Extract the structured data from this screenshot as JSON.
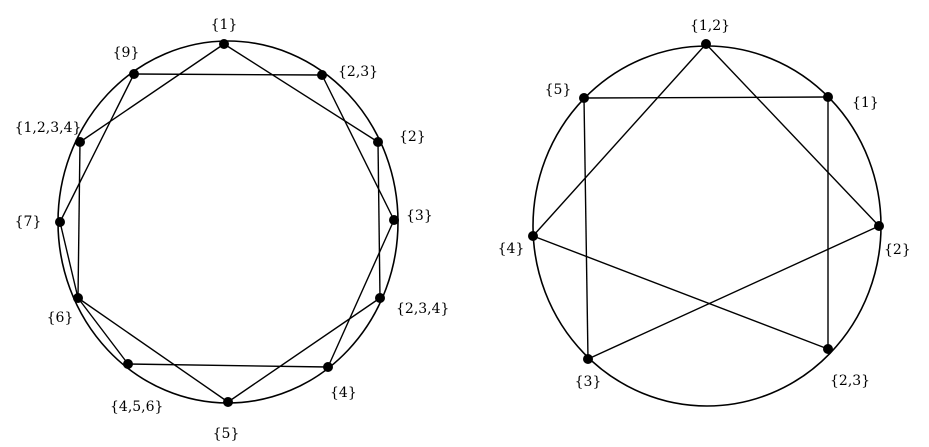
{
  "diagrams": [
    {
      "id": "left",
      "nodes": [
        {
          "key": "n1",
          "label": "{1}"
        },
        {
          "key": "n23a",
          "label": "{2,3}"
        },
        {
          "key": "n2",
          "label": "{2}"
        },
        {
          "key": "n3",
          "label": "{3}"
        },
        {
          "key": "n234",
          "label": "{2,3,4}"
        },
        {
          "key": "n4",
          "label": "{4}"
        },
        {
          "key": "n5",
          "label": "{5}"
        },
        {
          "key": "n456",
          "label": "{4,5,6}"
        },
        {
          "key": "n6",
          "label": "{6}"
        },
        {
          "key": "n7",
          "label": "{7}"
        },
        {
          "key": "n1234",
          "label": "{1,2,3,4}"
        },
        {
          "key": "n9",
          "label": "{9}"
        }
      ],
      "edges": [
        [
          "n9",
          "n23a"
        ],
        [
          "n23a",
          "n3"
        ],
        [
          "n3",
          "n4"
        ],
        [
          "n4",
          "n456"
        ],
        [
          "n456",
          "n6"
        ],
        [
          "n6",
          "n7"
        ],
        [
          "n7",
          "n9"
        ],
        [
          "n1",
          "n2"
        ],
        [
          "n2",
          "n234"
        ],
        [
          "n234",
          "n5"
        ],
        [
          "n5",
          "n6"
        ],
        [
          "n6",
          "n1234"
        ],
        [
          "n1234",
          "n1"
        ]
      ]
    },
    {
      "id": "right",
      "nodes": [
        {
          "key": "m12",
          "label": "{1,2}"
        },
        {
          "key": "m1",
          "label": "{1}"
        },
        {
          "key": "m2",
          "label": "{2}"
        },
        {
          "key": "m23",
          "label": "{2,3}"
        },
        {
          "key": "m3",
          "label": "{3}"
        },
        {
          "key": "m4",
          "label": "{4}"
        },
        {
          "key": "m5",
          "label": "{5}"
        }
      ],
      "edges": [
        [
          "m12",
          "m4"
        ],
        [
          "m12",
          "m2"
        ],
        [
          "m5",
          "m1"
        ],
        [
          "m5",
          "m3"
        ],
        [
          "m1",
          "m23"
        ],
        [
          "m4",
          "m23"
        ],
        [
          "m3",
          "m2"
        ]
      ]
    }
  ]
}
